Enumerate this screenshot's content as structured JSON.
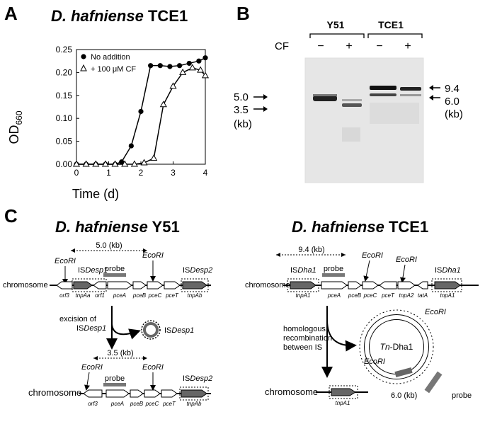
{
  "panel_a": {
    "letter": "A",
    "title_italic": "D. hafniense",
    "title_rest": "TCE1"
  },
  "panel_b": {
    "letter": "B",
    "strain_y51": "Y51",
    "strain_tce1": "TCE1",
    "cf_label": "CF",
    "lane_signs": [
      "−",
      "+",
      "−",
      "+"
    ],
    "left_sizes": [
      "5.0",
      "3.5"
    ],
    "right_sizes": [
      "9.4",
      "6.0"
    ],
    "unit": "(kb)"
  },
  "panel_c": {
    "letter": "C",
    "y51_title_italic": "D. hafniense",
    "y51_title_rest": "Y51",
    "tce1_title_italic": "D. hafniense",
    "tce1_title_rest": "TCE1",
    "labels": {
      "chromosome": "chromosome",
      "ecori": "EcoRI",
      "probe": "probe",
      "y51_top_dist": "5.0 (kb)",
      "y51_bottom_dist": "3.5 (kb)",
      "tce1_dist": "9.4 (kb)",
      "tce1_circle_dist": "6.0 (kb)",
      "isdesp1": "ISDesp1",
      "isdesp2": "ISDesp2",
      "isdha1": "ISDha1",
      "excision_line1": "excision of",
      "excision_line2": "ISDesp1",
      "homolog_line1": "homologous",
      "homolog_line2": "recombination",
      "homolog_line3": "between IS",
      "tn_dha1": "Tn-Dha1",
      "y51_genes": [
        "orf3",
        "tnpAa",
        "orf1",
        "pceA",
        "pceB",
        "pceC",
        "pceT",
        "tnpAb"
      ],
      "y51_bottom_genes": [
        "orf3",
        "pceA",
        "pceB",
        "pceC",
        "pceT",
        "tnpAb"
      ],
      "tce1_genes": [
        "tnpA1",
        "pceA",
        "pceB",
        "pceC",
        "pceT",
        "tnpA2",
        "tatA",
        "tnpA1"
      ],
      "tce1_bottom_gene": "tnpA1"
    }
  },
  "chart_data": {
    "type": "line",
    "xlabel": "Time (d)",
    "ylabel": "OD660",
    "xlim": [
      0,
      4
    ],
    "ylim": [
      0,
      0.25
    ],
    "x_ticks": [
      "0",
      "1",
      "2",
      "3",
      "4"
    ],
    "y_ticks": [
      "0.00",
      "0.05",
      "0.10",
      "0.15",
      "0.20",
      "0.25"
    ],
    "legend_placement": "top-left",
    "series": [
      {
        "name": "No addition",
        "marker": "filled-circle",
        "x": [
          0,
          0.3,
          0.6,
          0.9,
          1.2,
          1.4,
          1.7,
          2.0,
          2.3,
          2.6,
          2.9,
          3.2,
          3.5,
          3.8,
          4.0
        ],
        "y": [
          0.0,
          0.0,
          0.0,
          0.0,
          0.0,
          0.005,
          0.04,
          0.115,
          0.215,
          0.215,
          0.213,
          0.215,
          0.22,
          0.225,
          0.232
        ]
      },
      {
        "name": "+ 100 μM CF",
        "marker": "open-triangle",
        "x": [
          0,
          0.3,
          0.6,
          0.9,
          1.2,
          1.5,
          1.8,
          2.1,
          2.4,
          2.7,
          3.0,
          3.3,
          3.6,
          3.85,
          4.0
        ],
        "y": [
          0.0,
          0.0,
          0.0,
          0.0,
          0.0,
          0.0,
          0.0,
          0.003,
          0.013,
          0.13,
          0.17,
          0.2,
          0.21,
          0.205,
          0.193
        ]
      }
    ]
  }
}
